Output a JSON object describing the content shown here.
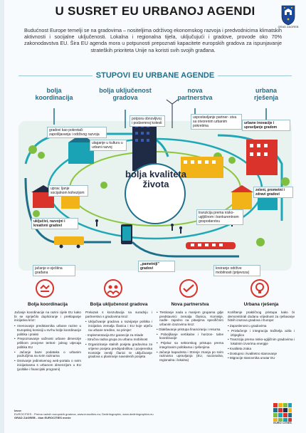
{
  "title": "U SUSRET EU URBANOJ AGENDI",
  "crest_label": "GRAD ZAGREB",
  "intro": "Budućnost Europe temelji se na gradovima – nositeljima održivog ekonomskog razvoja i predvodnicima klimatskih aktivnosti i socijalne uključenosti. Lokalna i regionalna tijela, uključujući i gradove, provode oko 70% zakonodavstva EU. Šira EU agenda mora u potpunosti prepoznati kapacitete europskih gradova za ispunjavanje strateških prioriteta Unije na koristi svih svojih građana.",
  "subtitle": "STUPOVI EU URBANE AGENDE",
  "pillars": [
    {
      "head": "bolja koordinacija"
    },
    {
      "head": "bolja uključenost gradova"
    },
    {
      "head": "nova partnerstva"
    },
    {
      "head": "urbana rješenja"
    }
  ],
  "callouts": {
    "c1": "gradovi kao pokretači zapošljavanja i održivog razvoja",
    "c2": "ulaganje u kulturu u urbani razvoj",
    "c3": "potpora obnovljivoj i podzemnoj kolesti",
    "c4": "uspostavljanje partner- stva sa otvorenim urbanim pokretima",
    "c5": "urbane inovacije i upravljanje gradom",
    "c6": "uprav. ljanje socijalnom kohezijom",
    "c7": "zeleni, prometni i zdravi gradovi",
    "c8": "uključivi, razvojni i kreativni gradovi",
    "c9": "tranzicija prema nisko-ugljičnom i konkurentnom gospodarstvu",
    "c10": "jačanje e-vještina građana",
    "c11": "„pametniji\" gradovi",
    "c12": "kreiranje održive mobilnosti (prijevoza)"
  },
  "center_label": "bolja kvaliteta života",
  "columns": [
    {
      "title": "Bolja koordinacija",
      "intro": "Jačanje koordinacije na razini cijele EU kako bi se spriječilo dupliciranje i preklapanje inicijativa kroz:",
      "bullets": [
        "• Imenovanje predstavnika urbane razine u Europskoj komisiji u svrhu bolje koordinacije politika i praksi",
        "• Prepoznavanje važnosti urbane dimenzije prilikom procjene teritori- jalnog utjecaja politika EU",
        "• Jačanje baze podataka o urbanim područjima na svim razinama",
        "• Osnivanje jedinstvenog web-portala o svim inicijativama s urbanom dimenzijom u EU (politike i financijski programi)"
      ]
    },
    {
      "title": "Bolja uključenost gradova",
      "intro": "Prelazak s konzultacija na suradnju i partnerstvo s gradovima kroz:",
      "bullets": [
        "• Uključivanje gradova u razvijanje politika i inicijativa zemalja članica i EU koje utječu na urbane sredine, na primjer:",
        "- Implementacija EU garancije za mlade",
        "- Stručna radna grupa za urbanu mobilnost",
        "• Organiziranje stalnih posjeta gradovima za vrijeme posjeta predsjedništva i povjerenika Komisije zemlji članici te uključivanje gradova u planiranje navedenih posjeta"
      ]
    },
    {
      "title": "Nova partnerstva",
      "intro": "",
      "bullets": [
        "• Testiranje nada u manjem grupama gdje predstavnici zemalja članica, Komisije, nadle- zajedno na pitanjima specifičnim urbanim izazovima kroz:",
        "• Olakšavanje pristupa financiranju i resursa",
        "• Poboljšanje vertikalne i horizon- talne koordinacije",
        "• Prijelaz sa sektorskog pristupa prema integriranim politikama i rješenjima",
        "• Jačanje kapaciteta i Strenje znanja po svim razinama upravljanja (EU, nacionalna, regionalna i lokalna)"
      ]
    },
    {
      "title": "Urbana rješenja",
      "intro": "Korištenje praktičnog pristupa kako bi demonstrirali dodanu vrijednost za rješavanje hitnih izazova gradova i Europe:",
      "bullets": [
        "• Zaposlenost u gradovima",
        "• Privlačenje i integracija tražitelja azila i izbjeglica",
        "• Tranzicija prema nisko-ugljičnim gradovima i lokalnim izvorima energije",
        "• Kvaliteta zraka",
        "• Dostupno i kvalitetno stanovanje",
        "• Migracije stanovnika unutar EU"
      ]
    }
  ],
  "footer": {
    "label": "Izvor:",
    "line1": "EUROCITIES - Prema važnih europskih gradova, www.eurocities.eu; Dedinfographic, www.dedinfographics.eu",
    "line2": "GRAD ZAGREB - član EUROCITIES mreže"
  },
  "ec_label": "EURO CITIES",
  "colors": {
    "accent": "#1f6f8b",
    "red": "#d9332b",
    "teal": "#1aa3b5",
    "green": "#7fbf3f",
    "navy": "#1f2a44",
    "yellow": "#f2b319"
  }
}
